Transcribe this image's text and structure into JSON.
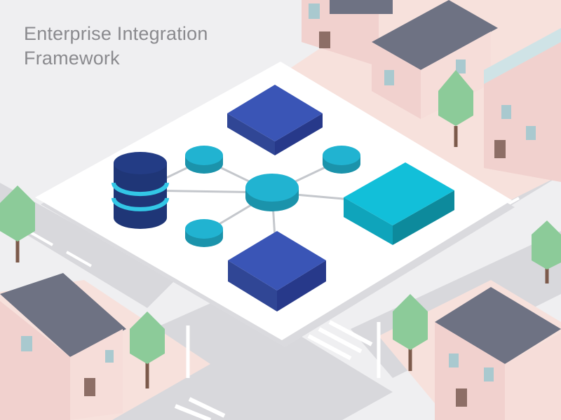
{
  "header": {
    "title_line1": "Enterprise Integration",
    "title_line2": "Framework"
  },
  "diagram": {
    "nodes": [
      {
        "name": "database-icon",
        "shape": "database"
      },
      {
        "name": "hub-node",
        "shape": "disc"
      },
      {
        "name": "satellite-node-top-left",
        "shape": "disc"
      },
      {
        "name": "satellite-node-top-right",
        "shape": "disc"
      },
      {
        "name": "satellite-node-bottom-left",
        "shape": "disc"
      },
      {
        "name": "service-block-top",
        "shape": "block"
      },
      {
        "name": "service-block-bottom",
        "shape": "block"
      },
      {
        "name": "service-block-right",
        "shape": "block"
      }
    ],
    "edges": [
      [
        "database-icon",
        "satellite-node-top-left"
      ],
      [
        "database-icon",
        "hub-node"
      ],
      [
        "satellite-node-top-left",
        "hub-node"
      ],
      [
        "satellite-node-top-right",
        "hub-node"
      ],
      [
        "satellite-node-bottom-left",
        "hub-node"
      ],
      [
        "hub-node",
        "service-block-bottom"
      ],
      [
        "hub-node",
        "service-block-right"
      ]
    ]
  },
  "colors": {
    "background": "#efeff1",
    "road": "#d8d8dc",
    "road_marking": "#ffffff",
    "sidewalk": "#f7e1dc",
    "platform": "#ffffff",
    "connector": "#c4c7cc",
    "block_blue_top": "#3a55b6",
    "block_blue_front": "#27398a",
    "block_cyan_top": "#12bfd9",
    "disc_cyan": "#21b3d1",
    "database": "#1f3677",
    "database_band": "#33c7e6",
    "house_wall": "#f1d1ce",
    "house_roof": "#6e7283",
    "tree": "#8ccb99",
    "trunk": "#7c5a4b"
  }
}
